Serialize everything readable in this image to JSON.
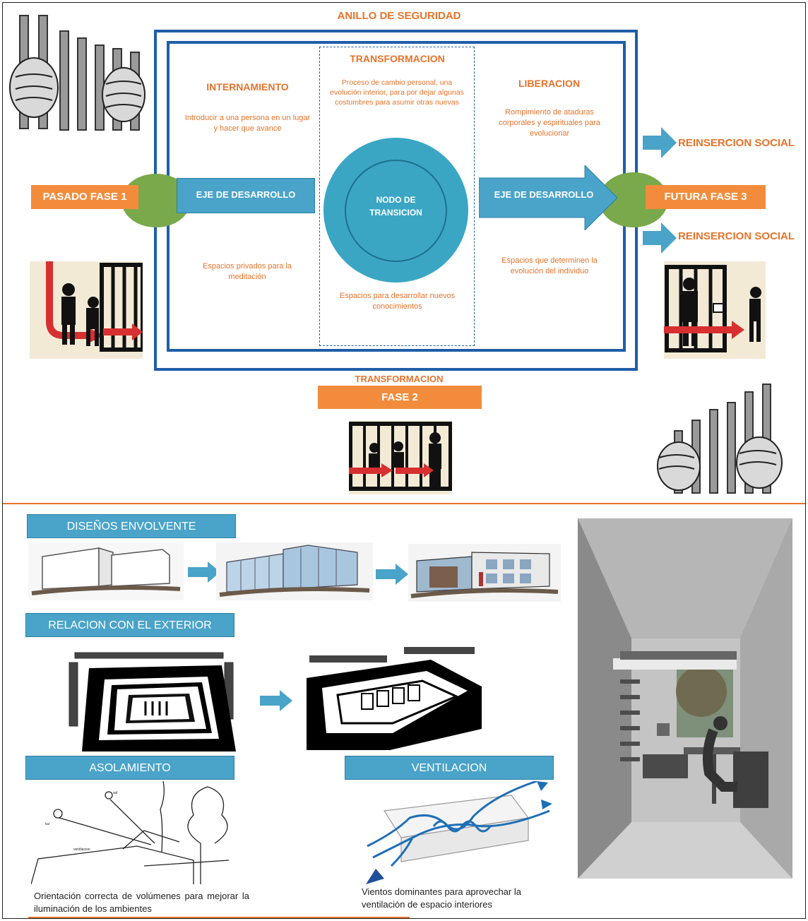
{
  "diagram": {
    "ring_title": "ANILLO DE SEGURIDAD",
    "columns": {
      "internamiento": {
        "title": "INTERNAMIENTO",
        "desc": "Introducir a una persona en un lugar y hacer que avance",
        "spaces": "Espacios privados para la meditación"
      },
      "transformacion": {
        "title": "TRANSFORMACION",
        "desc": "Proceso de cambio personal, una evolución interior, para por dejar algunas costumbres para asumir otras nuevas",
        "spaces": "Espacios para desarrollar nuevos conocimientos"
      },
      "liberacion": {
        "title": "LIBERACION",
        "desc": "Rompimiento de ataduras corporales y espirituales para evolucionar",
        "spaces": "Espacios que determinen la evolución del individuo"
      }
    },
    "axis_left": "EJE DE DESARROLLO",
    "axis_right": "EJE DE DESARROLLO",
    "node": "NODO DE TRANSICION",
    "phase_past": "PASADO FASE 1",
    "phase_future": "FUTURA FASE 3",
    "reinsertion_top": "REINSERCION SOCIAL",
    "reinsertion_bottom": "REINSERCION SOCIAL",
    "phase2_title": "TRANSFORMACION",
    "phase2_label": "FASE 2"
  },
  "design": {
    "envolvente": "DISEÑOS ENVOLVENTE",
    "exterior": "RELACION CON EL EXTERIOR",
    "asolamiento": "ASOLAMIENTO",
    "ventilacion": "VENTILACION",
    "asolamiento_caption": "Orientación correcta de volúmenes para mejorar la iluminación de los ambientes",
    "ventilacion_caption": "Vientos dominantes para aprovechar la ventilación de espacio interiores"
  },
  "colors": {
    "orange": "#e8732a",
    "orange_box": "#f28c3c",
    "blue_bar": "#4aa3c8",
    "ring_blue": "#1f5ea8",
    "node": "#3aa6c4",
    "green": "#79a94a"
  }
}
